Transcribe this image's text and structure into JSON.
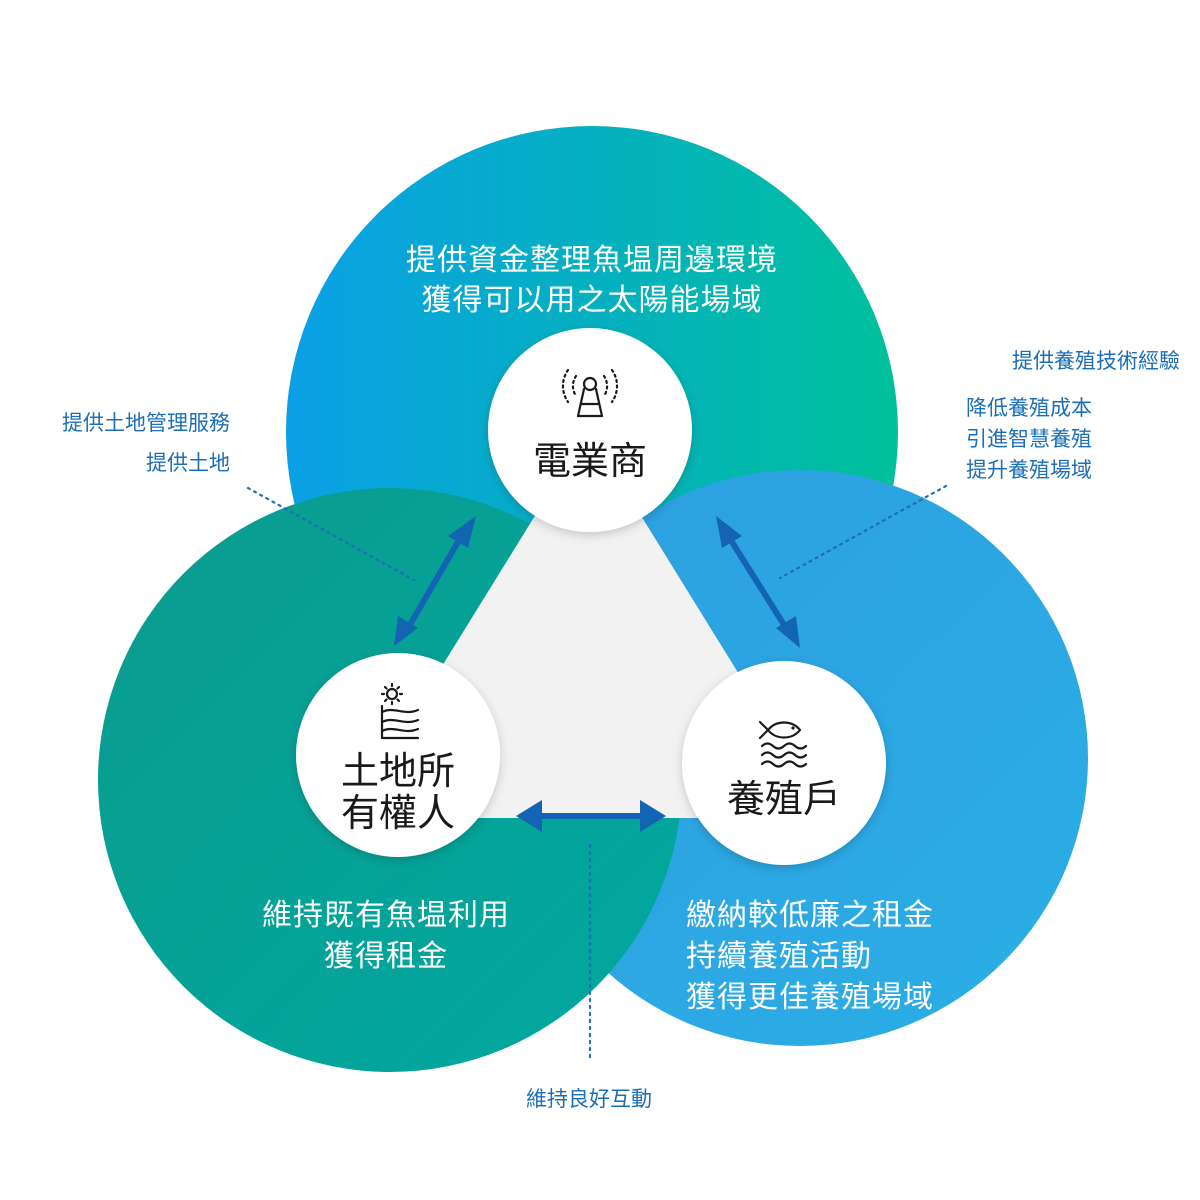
{
  "colors": {
    "top_circle": [
      "#0aa0e6",
      "#00c09b"
    ],
    "left_circle": [
      "#0b9c8e",
      "#00a8a0"
    ],
    "right_circle": [
      "#2e9fdf",
      "#2aaee6"
    ],
    "arrow": "#1464b4",
    "note_text": "#1d6fb5",
    "triangle": "#f2f2f2"
  },
  "top_circle": {
    "lines": [
      "提供資金整理魚塭周邊環境",
      "獲得可以用之太陽能場域"
    ]
  },
  "left_circle": {
    "lines": [
      "維持既有魚塭利用",
      "獲得租金"
    ]
  },
  "right_circle": {
    "lines": [
      "繳納較低廉之租金",
      "持續養殖活動",
      "獲得更佳養殖場域"
    ]
  },
  "roles": {
    "power": {
      "label": "電業商",
      "icon": "tower-icon"
    },
    "land": {
      "label_line1": "土地所",
      "label_line2": "有權人",
      "icon": "sun-land-icon"
    },
    "farmer": {
      "label": "養殖戶",
      "icon": "fish-water-icon"
    }
  },
  "notes": {
    "left": [
      "提供土地管理服務",
      "提供土地"
    ],
    "right_top": "提供養殖技術經驗",
    "right": [
      "降低養殖成本",
      "引進智慧養殖",
      "提升養殖場域"
    ],
    "bottom": "維持良好互動"
  }
}
